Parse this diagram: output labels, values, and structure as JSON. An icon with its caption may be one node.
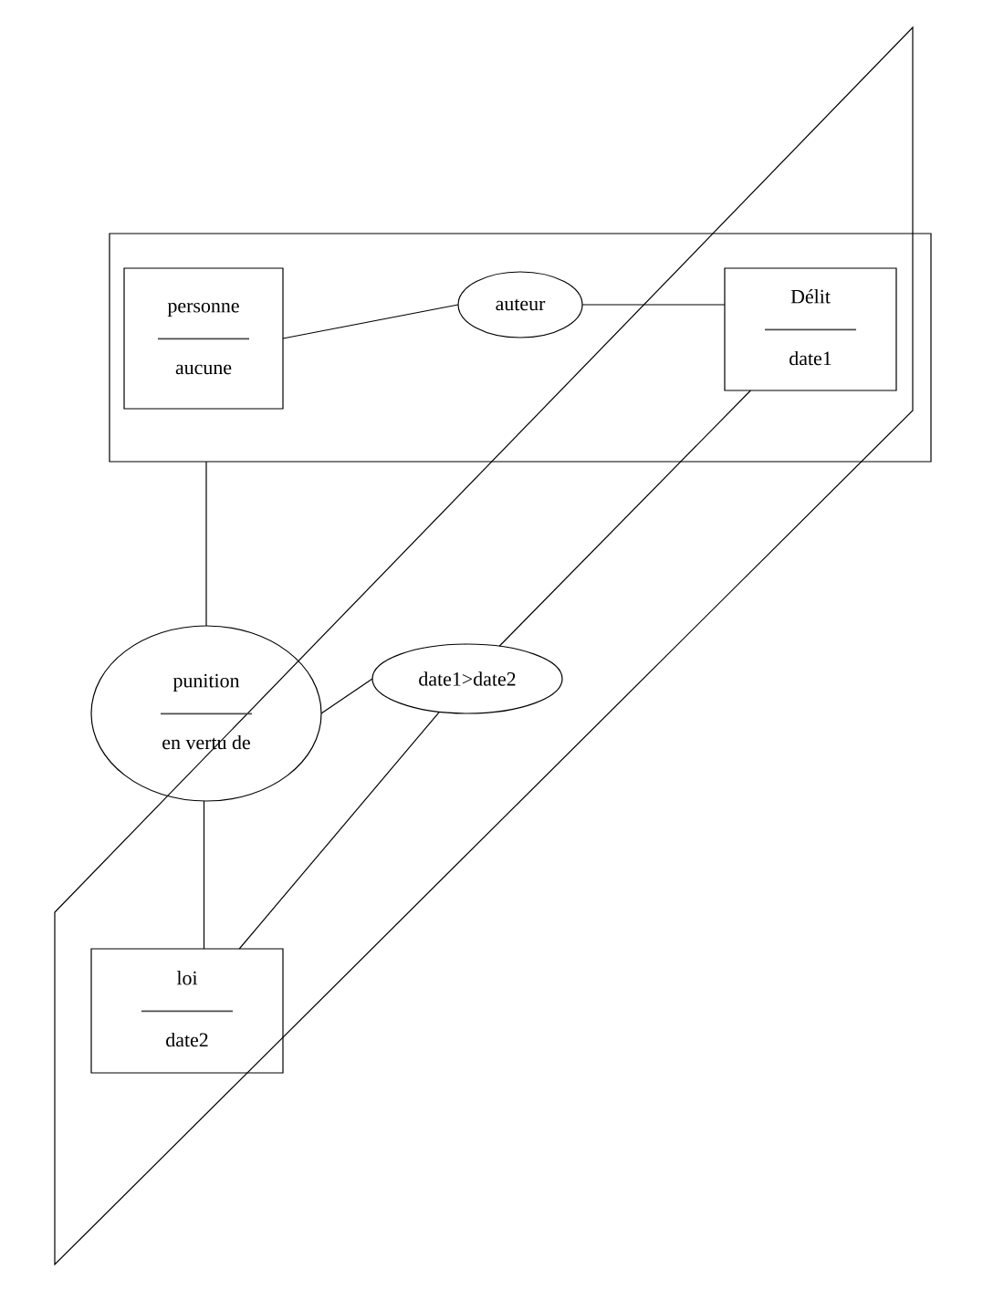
{
  "diagram": {
    "nodes": [
      {
        "text": [],
        "shape": "box"
      },
      {
        "text": [
          "personne",
          "aucune"
        ],
        "in": 0
      },
      {
        "text": [
          "auteur"
        ],
        "in": 0
      },
      {
        "text": [
          "Délit",
          "date1"
        ],
        "in": 0
      },
      {
        "text": [
          "punition",
          "en vertu de"
        ]
      },
      {
        "text": [
          "date1>date2"
        ]
      },
      {
        "text": [
          "loi",
          "date2"
        ]
      }
    ],
    "edges": [
      {
        "from": 1,
        "to": 2,
        "arrow": "none"
      },
      {
        "from": 2,
        "to": 3,
        "arrow": "none"
      },
      {
        "from": 0,
        "to": 4,
        "arrow": "none"
      },
      {
        "from": 4,
        "to": 5,
        "arrow": "none"
      },
      {
        "from": 4,
        "to": 6,
        "arrow": "none"
      },
      {
        "from": 5,
        "to": 3,
        "arrow": "none"
      },
      {
        "from": 5,
        "to": 6,
        "arrow": "none"
      }
    ]
  }
}
